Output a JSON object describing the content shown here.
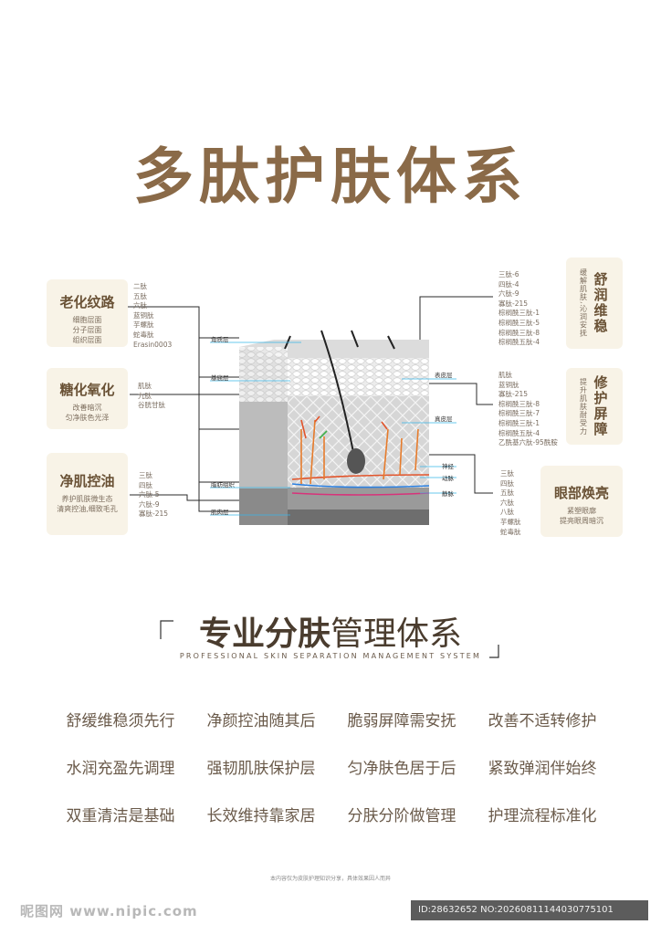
{
  "title": "多肽护肤体系",
  "cards": {
    "aging": {
      "title": "老化纹路",
      "lines": [
        "细胞层面",
        "分子层面",
        "组织层面"
      ]
    },
    "glycation": {
      "title": "糖化氧化",
      "lines": [
        "改善暗沉",
        "匀净肤色光泽"
      ]
    },
    "oil": {
      "title": "净肌控油",
      "lines": [
        "养护肌肤微生态",
        "清爽控油,细致毛孔"
      ]
    },
    "soothe": {
      "title": "舒润维稳",
      "desc": "缓解肌肤,沁润安抚"
    },
    "repair": {
      "title": "修护屏障",
      "desc": "提升肌肤耐受力"
    },
    "eye": {
      "title": "眼部焕亮",
      "lines": [
        "紧塑眼廓",
        "提亮眼周暗沉"
      ]
    }
  },
  "lists": {
    "aging": [
      "二肽",
      "五肽",
      "六肽",
      "蓝铜肽",
      "芋螺肽",
      "蛇毒肽",
      "Erasin0003"
    ],
    "glycation": [
      "肌肽",
      "九肽",
      "谷胱甘肽"
    ],
    "oil": [
      "三肽",
      "四肽",
      "六肽-5",
      "六肽-9",
      "寡肽-215"
    ],
    "soothe": [
      "三肽-6",
      "四肽-4",
      "六肽-9",
      "寡肽-215",
      "棕榈酰三肽-1",
      "棕榈酰三肽-5",
      "棕榈酰三肽-8",
      "棕榈酰五肽-4"
    ],
    "repair": [
      "肌肽",
      "蓝铜肽",
      "寡肽-215",
      "棕榈酰三肽-8",
      "棕榈酰三肽-7",
      "棕榈酰三肽-1",
      "棕榈酰五肽-4",
      "乙酰基六肽-95酰胺"
    ],
    "eye": [
      "三肽",
      "四肽",
      "五肽",
      "六肽",
      "八肽",
      "芋螺肽",
      "蛇毒肽"
    ]
  },
  "layers": {
    "cuticle": "角质层",
    "basal": "基底层",
    "epidermis": "表皮层",
    "dermis": "真皮层",
    "nerve": "神经",
    "artery": "动脉",
    "vein": "静脉",
    "fat": "脂肪组织",
    "muscle": "肌肉层"
  },
  "subtitle": {
    "bold": "专业分肤",
    "normal": "管理体系",
    "en": "PROFESSIONAL SKIN SEPARATION MANAGEMENT SYSTEM"
  },
  "phrases": [
    [
      "舒缓维稳须先行",
      "净颜控油随其后",
      "脆弱屏障需安抚",
      "改善不适转修护"
    ],
    [
      "水润充盈先调理",
      "强韧肌肤保护层",
      "匀净肤色居于后",
      "紧致弹润伴始终"
    ],
    [
      "双重清洁是基础",
      "长效维持靠家居",
      "分肤分阶做管理",
      "护理流程标准化"
    ]
  ],
  "footnote": "本内容仅为皮肤护理知识分享，具体效果因人而异",
  "watermark": {
    "left": "昵图网 www.nipic.com",
    "right": "ID:28632652 NO:20260811144030775101"
  }
}
